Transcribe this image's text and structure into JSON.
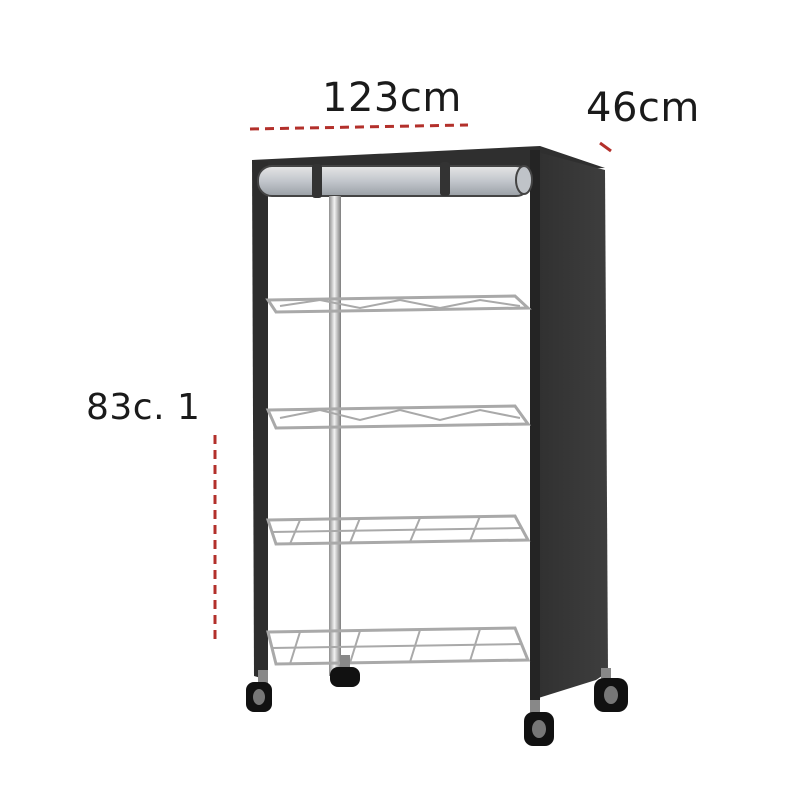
{
  "dimensions": {
    "width_label": "123cm",
    "depth_label": "46cm",
    "height_label": "83c. 1"
  },
  "colors": {
    "background": "#ffffff",
    "cover": "#3b3b3b",
    "cover_dark": "#2a2a2a",
    "chrome": "#c9c9c9",
    "measure_line": "#b3302b"
  },
  "product": {
    "name": "wire-shelf-rack-with-cover",
    "shelf_count": 4,
    "wheel_count": 4
  }
}
